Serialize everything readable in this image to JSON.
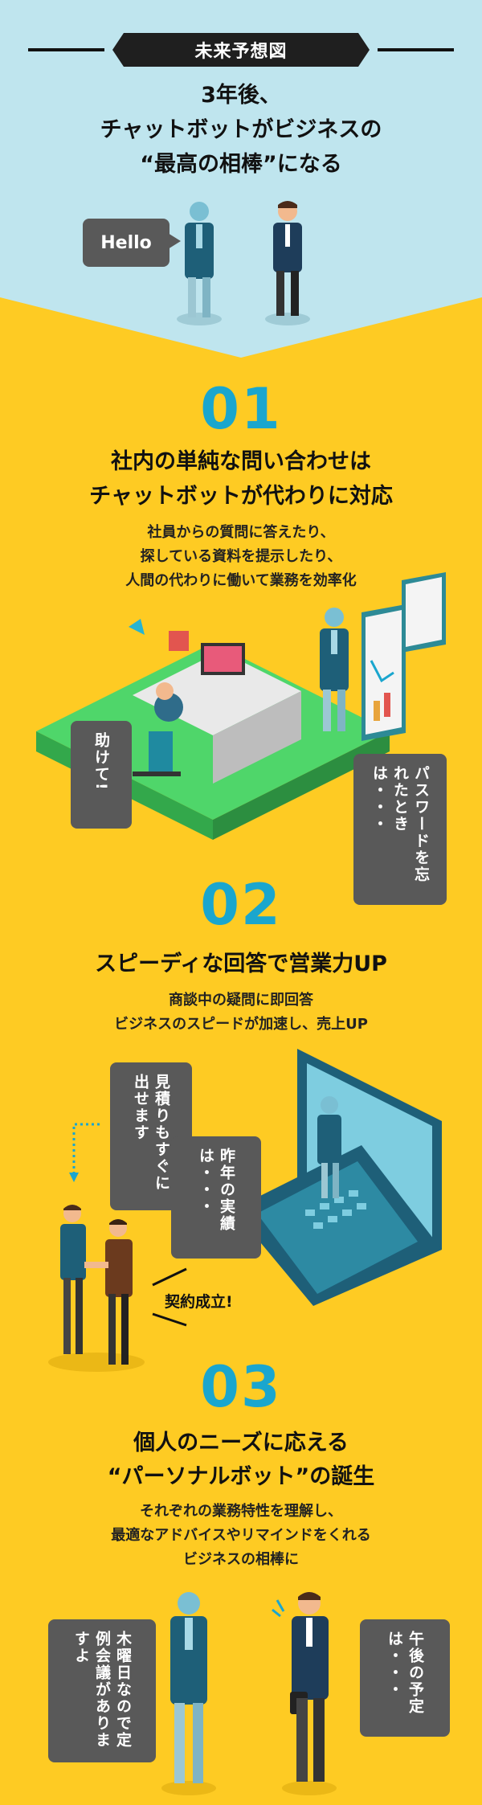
{
  "header": {
    "badge": "未来予想図",
    "headline_lines": [
      "3年後、",
      "チャットボットがビジネスの",
      "“最高の相棒”になる"
    ],
    "hello_bubble": "Hello"
  },
  "sections": [
    {
      "number": "01",
      "title_lines": [
        "社内の単純な問い合わせは",
        "チャットボットが代わりに対応"
      ],
      "desc_lines": [
        "社員からの質問に答えたり、",
        "探している資料を提示したり、",
        "人間の代わりに働いて業務を効率化"
      ],
      "bubbles": [
        "助けて!",
        "パスワードを忘れたときは・・・"
      ]
    },
    {
      "number": "02",
      "title": "スピーディな回答で営業力UP",
      "desc_lines": [
        "商談中の疑問に即回答",
        "ビジネスのスピードが加速し、売上UP"
      ],
      "bubbles": [
        "見積りもすぐに出せます",
        "昨年の実績は・・・"
      ],
      "deal_text": "契約成立!"
    },
    {
      "number": "03",
      "title_lines": [
        "個人のニーズに応える",
        "“パーソナルボット”の誕生"
      ],
      "desc_lines": [
        "それぞれの業務特性を理解し、",
        "最適なアドバイスやリマインドをくれる",
        "ビジネスの相棒に"
      ],
      "bubbles": [
        "木曜日なので定例会議がありますよ",
        "午後の予定は・・・"
      ]
    }
  ],
  "colors": {
    "teal_bg": "#BFE5EE",
    "yellow_bg": "#FECB23",
    "number_blue": "#1AA6CE",
    "bubble_gray": "#595959",
    "badge_black": "#1F1F1F"
  }
}
